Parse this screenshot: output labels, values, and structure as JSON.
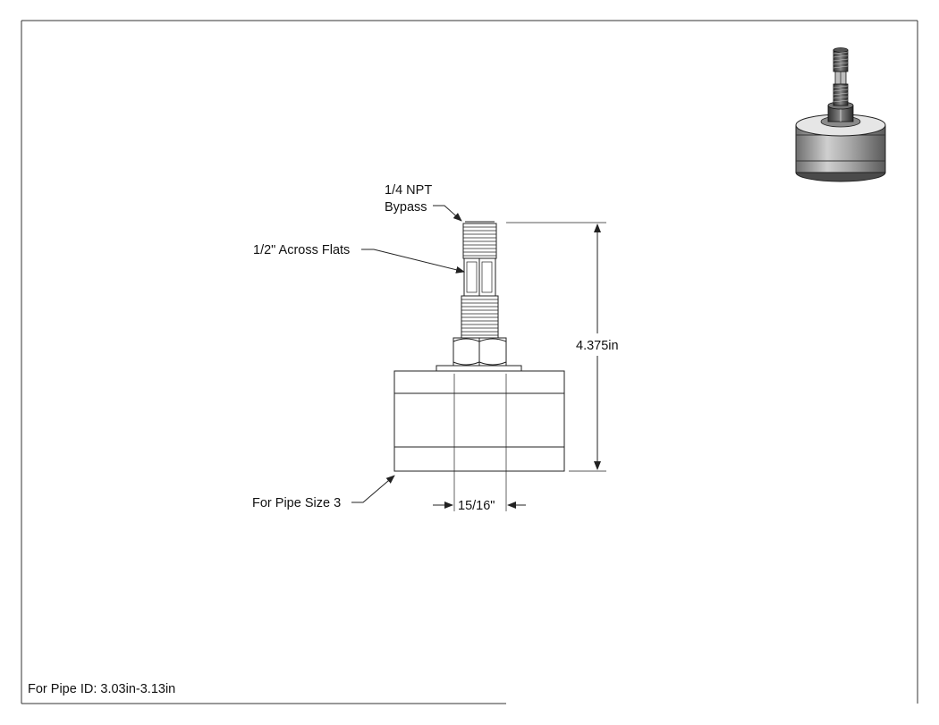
{
  "labels": {
    "npt_line1": "1/4 NPT",
    "npt_line2": "Bypass",
    "across_flats": "1/2\" Across Flats",
    "height_dim": "4.375in",
    "width_dim": "15/16\"",
    "pipe_size": "For Pipe Size 3",
    "pipe_id": "For Pipe ID: 3.03in-3.13in"
  },
  "colors": {
    "line": "#222222",
    "body_fill": "#ffffff",
    "iso_dark": "#555555",
    "iso_mid": "#9a9a9a",
    "iso_light": "#d4d4d4"
  }
}
